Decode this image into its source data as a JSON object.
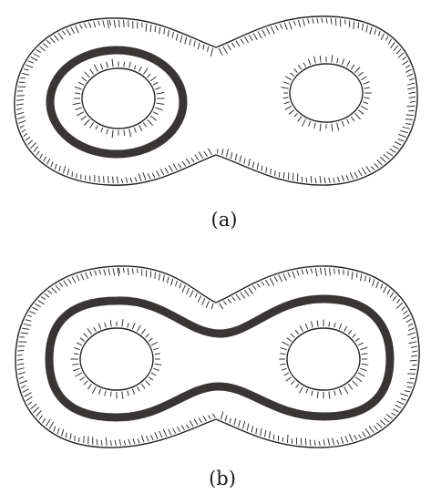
{
  "panels": [
    {
      "id": "a",
      "caption": "(a)",
      "loop": "encircles-left-hole"
    },
    {
      "id": "b",
      "caption": "(b)",
      "loop": "encircles-both-holes"
    }
  ],
  "colors": {
    "ink": "#222222",
    "loop": "#3a3535",
    "background": "#ffffff"
  }
}
